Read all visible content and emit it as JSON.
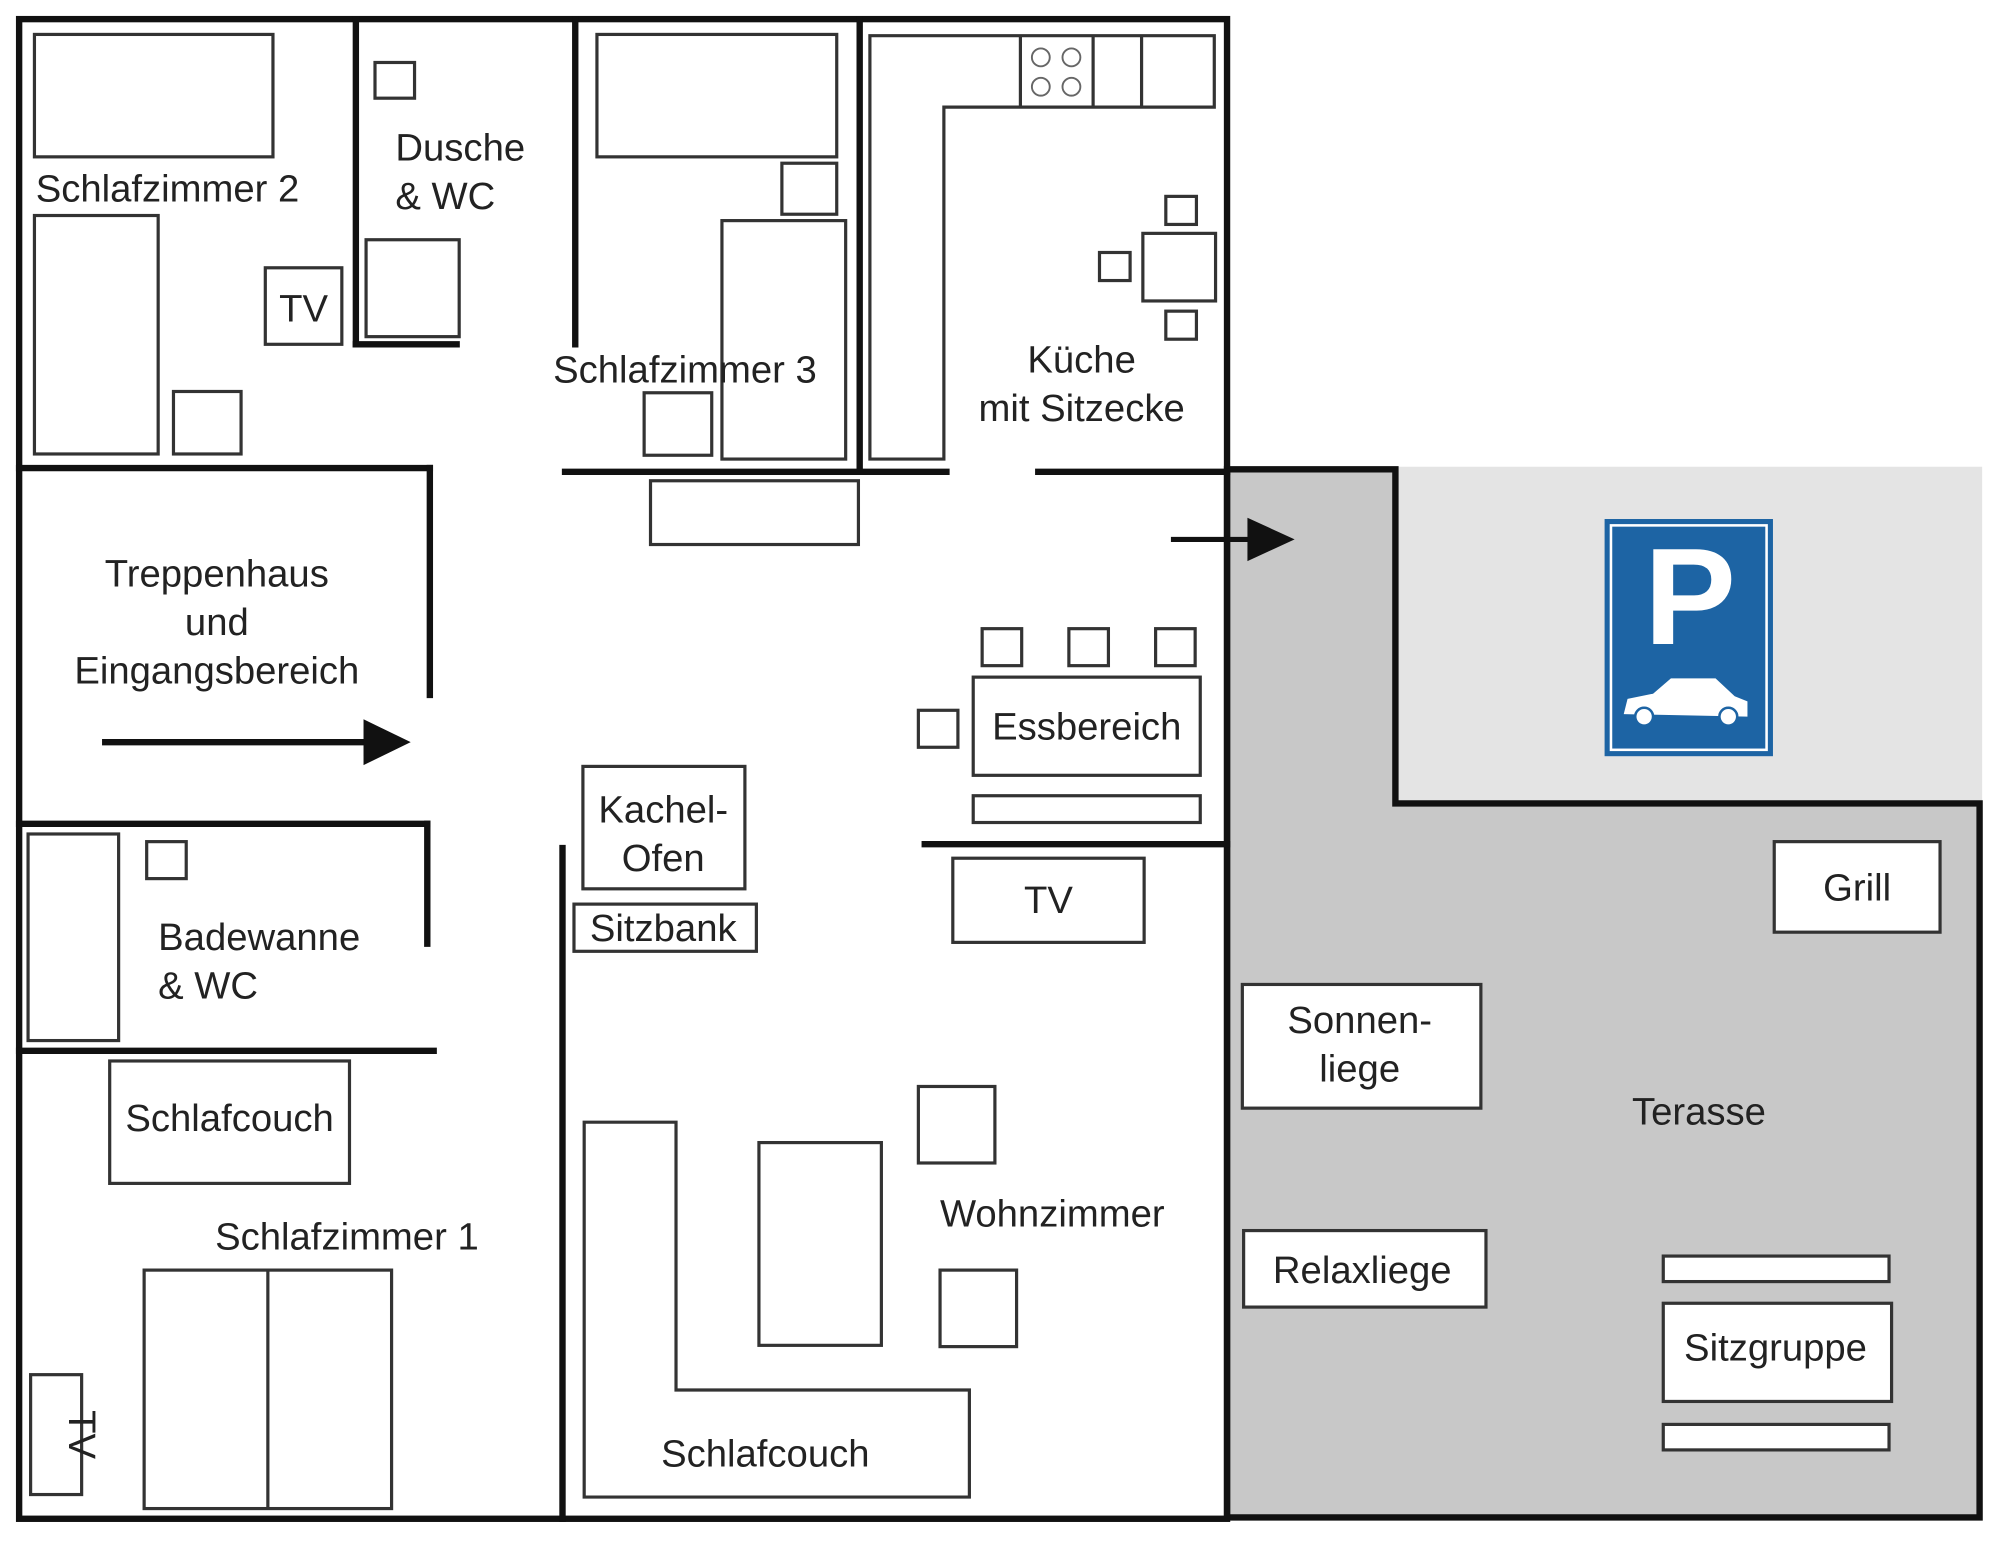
{
  "title": "Grundriss Ferienwohnung",
  "colors": {
    "wall": "#111111",
    "terrace": "#c8c8c8",
    "parking_area": "#e4e4e4",
    "parking_sign": "#1d64a4"
  },
  "rooms": {
    "schlafzimmer2": "Schlafzimmer 2",
    "dusche_line1": "Dusche",
    "dusche_line2": "& WC",
    "schlafzimmer3": "Schlafzimmer 3",
    "kueche_line1": "Küche",
    "kueche_line2": "mit Sitzecke",
    "treppenhaus_line1": "Treppenhaus",
    "treppenhaus_line2": "und",
    "treppenhaus_line3": "Eingangsbereich",
    "badewanne_line1": "Badewanne",
    "badewanne_line2": "& WC",
    "schlafzimmer1": "Schlafzimmer 1",
    "wohnzimmer": "Wohnzimmer",
    "essbereich": "Essbereich",
    "terrasse": "Terasse"
  },
  "furniture": {
    "tv": "TV",
    "schlafcouch": "Schlafcouch",
    "kachelofen_line1": "Kachel-",
    "kachelofen_line2": "Ofen",
    "sitzbank": "Sitzbank",
    "sonnenliege_line1": "Sonnen-",
    "sonnenliege_line2": "liege",
    "relaxliege": "Relaxliege",
    "grill": "Grill",
    "sitzgruppe": "Sitzgruppe"
  },
  "parking_sign": {
    "letter": "P",
    "icon": "car-icon"
  }
}
